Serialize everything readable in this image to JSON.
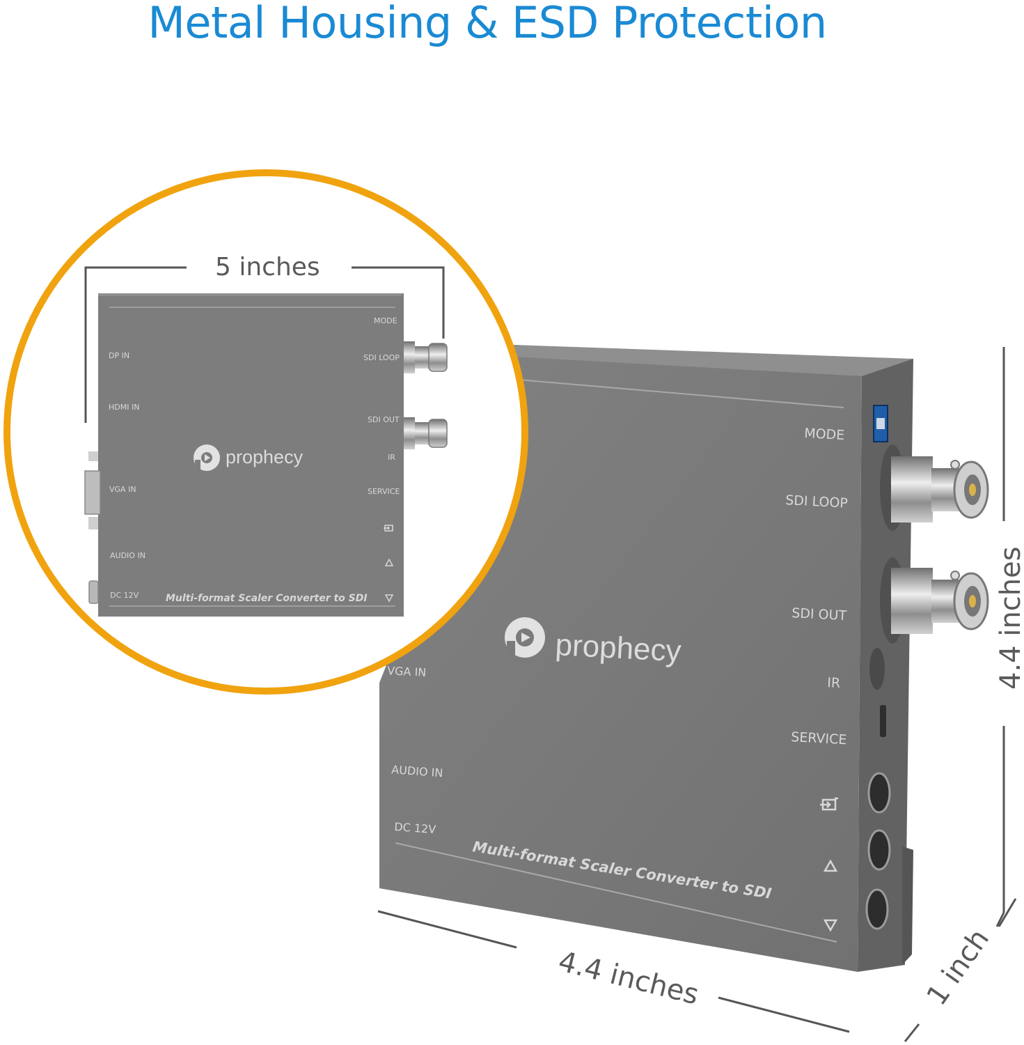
{
  "headline": "Metal Housing & ESD Protection",
  "colors": {
    "headline": "#1a8ad4",
    "accent_circle": "#f0a30f",
    "housing": "#7b7b7b",
    "housing_side": "#5e5e5e",
    "label_text": "#d8d8d8",
    "dimension_text": "#5a5a5a"
  },
  "brand": {
    "name": "prophecy",
    "logo_icon": "prophecy-logo-icon"
  },
  "device_front_labels": {
    "mode": "MODE",
    "sdi_loop": "SDI LOOP",
    "sdi_out": "SDI OUT",
    "ir": "IR",
    "service": "SERVICE",
    "vga_in": "VGA IN",
    "audio_in": "AUDIO IN",
    "dc": "DC 12V",
    "product_name": "Multi-format Scaler Converter to SDI",
    "icons": [
      "enter-icon",
      "up-triangle-icon",
      "down-triangle-icon"
    ]
  },
  "inset_labels": {
    "mode": "MODE",
    "sdi_loop": "SDI LOOP",
    "sdi_out": "SDI OUT",
    "ir": "IR",
    "service": "SERVICE",
    "dp_in": "DP IN",
    "hdmi_in": "HDMI IN",
    "vga_in": "VGA IN",
    "audio_in": "AUDIO IN",
    "dc": "DC 12V",
    "product_name": "Multi-format Scaler Converter to SDI"
  },
  "dimensions": {
    "inset_width": "5 inches",
    "width": "4.4 inches",
    "height": "4.4 inches",
    "depth": "1 inch"
  }
}
